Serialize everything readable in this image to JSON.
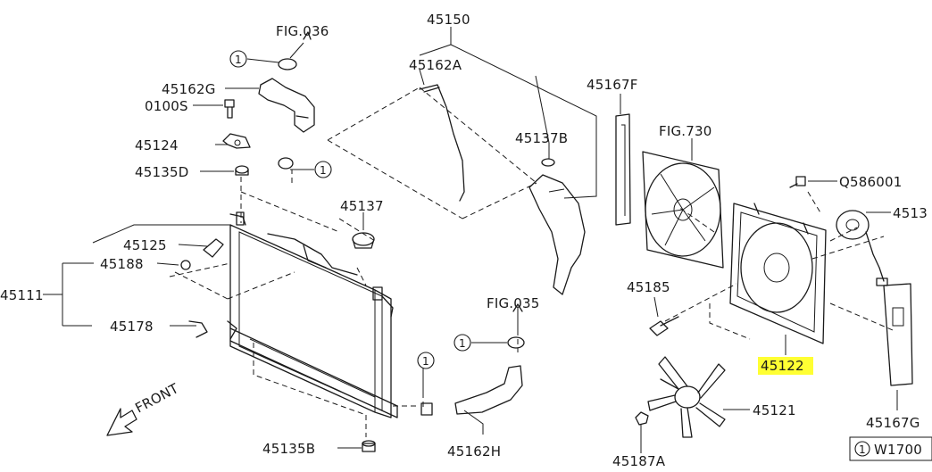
{
  "labels": {
    "fig036": "FIG.036",
    "p45150": "45150",
    "p45162A": "45162A",
    "p45162G": "45162G",
    "p0100S": "0100S",
    "p45124": "45124",
    "p45135D": "45135D",
    "p45137": "45137",
    "p45137B": "45137B",
    "p45167F": "45167F",
    "fig730": "FIG.730",
    "pQ586001": "Q586001",
    "p4513": "4513",
    "p45125": "45125",
    "p45188": "45188",
    "p45111": "45111",
    "p45178": "45178",
    "fig035": "FIG.035",
    "p45185": "45185",
    "p45122": "45122",
    "p45121": "45121",
    "p45167G": "45167G",
    "p45135B": "45135B",
    "p45162H": "45162H",
    "p45187A": "45187A",
    "front": "FRONT",
    "ref_circle": "1",
    "w_code": "W1700"
  },
  "colors": {
    "highlight": "#ffff33",
    "line": "#1a1a1a"
  }
}
